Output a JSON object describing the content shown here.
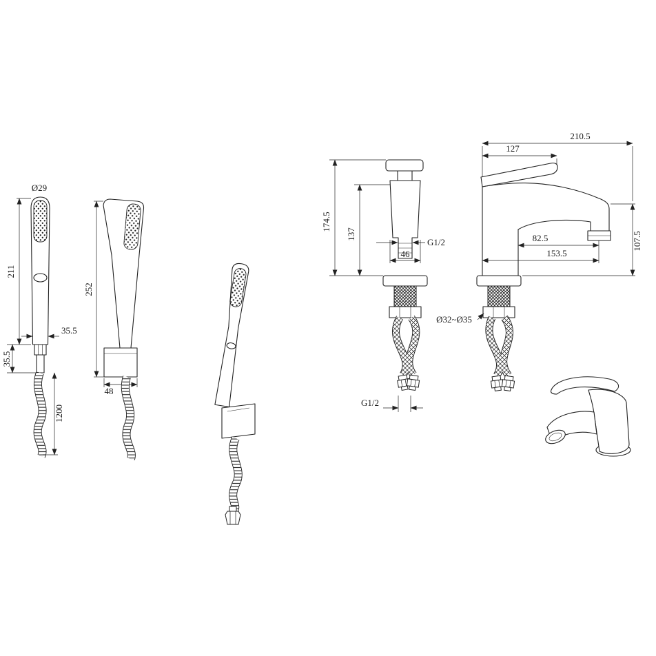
{
  "page": {
    "background": "#ffffff",
    "line_color": "#222222"
  },
  "views": {
    "hand_shower_front": {
      "head_diameter": "Ø29",
      "wand_length": "211",
      "wand_width": "35.5",
      "connector_height": "35.5",
      "hose_length": "1200"
    },
    "hand_shower_side": {
      "wand_length": "252",
      "holder_depth": "48"
    },
    "mixer_front": {
      "overall_height": "174.5",
      "spout_height": "137",
      "outlet_thread": "G1/2",
      "body_width": "46",
      "inlet_thread": "G1/2"
    },
    "mixer_side": {
      "overall_depth": "210.5",
      "handle_depth": "127",
      "aerator_offset": "82.5",
      "hose_offset": "153.5",
      "spout_height": "107.5",
      "mounting_hole": "Ø32~Ø35"
    }
  }
}
